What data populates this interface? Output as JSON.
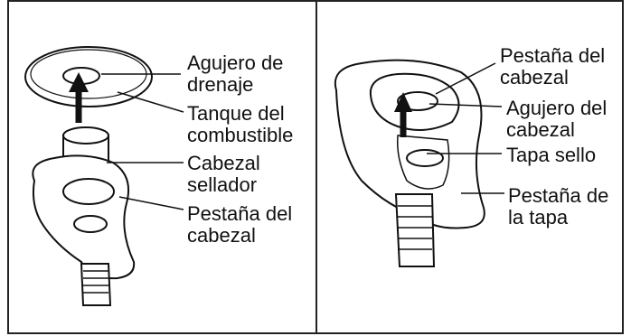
{
  "left_panel": {
    "labels": [
      {
        "key": "drain",
        "line1": "Agujero de",
        "line2": "drenaje"
      },
      {
        "key": "tank",
        "line1": "Tanque del",
        "line2": "combustible"
      },
      {
        "key": "sealer",
        "line1": "Cabezal",
        "line2": "sellador"
      },
      {
        "key": "flange",
        "line1": "Pestaña del",
        "line2": "cabezal"
      }
    ]
  },
  "right_panel": {
    "labels": [
      {
        "key": "flange",
        "line1": "Pestaña del",
        "line2": "cabezal"
      },
      {
        "key": "hole",
        "line1": "Agujero del",
        "line2": "cabezal"
      },
      {
        "key": "cap",
        "line1": "Tapa sello",
        "line2": ""
      },
      {
        "key": "capflange",
        "line1": "Pestaña de",
        "line2": "la tapa"
      }
    ]
  }
}
